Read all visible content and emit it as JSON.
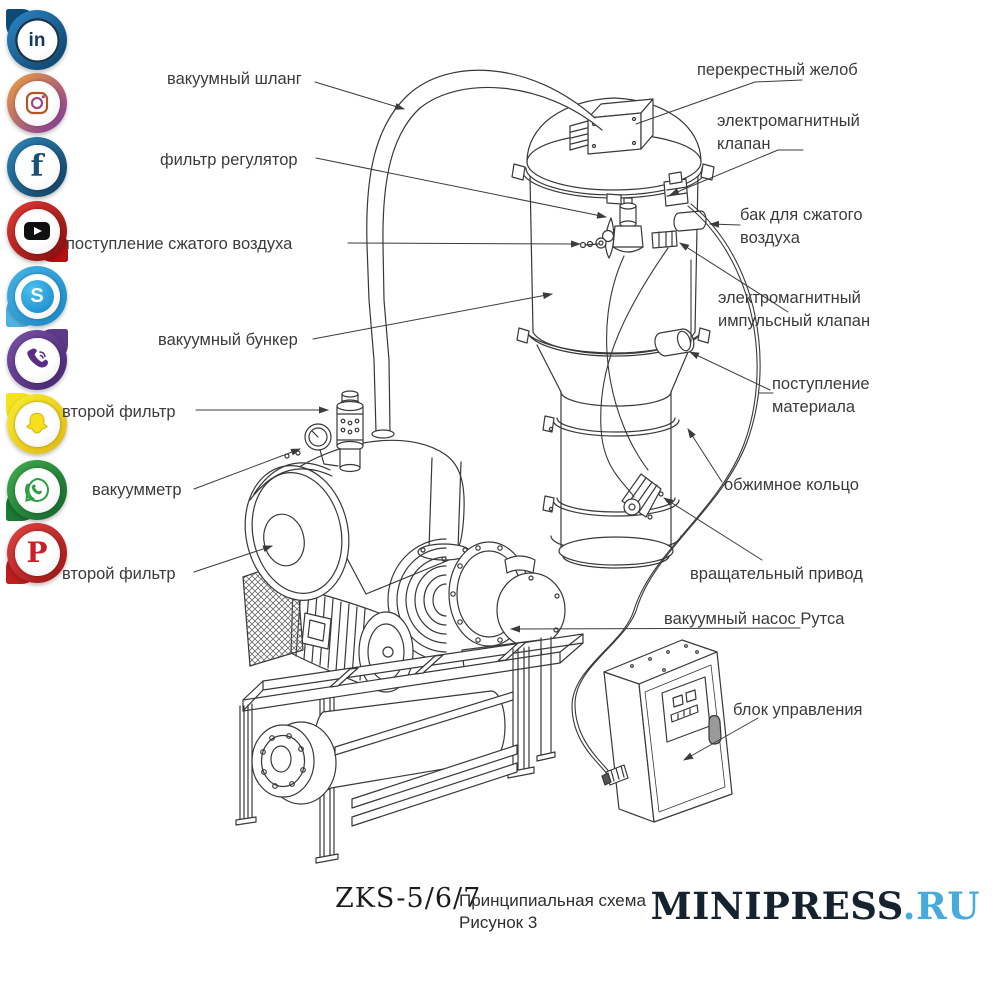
{
  "social_sidebar": {
    "icons": [
      {
        "id": "linkedin",
        "glyph": "in"
      },
      {
        "id": "instagram",
        "glyph": ""
      },
      {
        "id": "facebook",
        "glyph": "f"
      },
      {
        "id": "youtube",
        "glyph": ""
      },
      {
        "id": "skype",
        "glyph": "S"
      },
      {
        "id": "viber",
        "glyph": ""
      },
      {
        "id": "snapchat",
        "glyph": ""
      },
      {
        "id": "whatsapp",
        "glyph": ""
      },
      {
        "id": "pinterest",
        "glyph": "P"
      }
    ],
    "colors": {
      "linkedin": "#1873b5",
      "instagram": "#8a3ab9",
      "facebook": "#1d5a7a",
      "youtube": "#d81f26",
      "skype": "#2ba0d4",
      "viber": "#5b3e8e",
      "snapchat": "#f2d41c",
      "whatsapp": "#2ba63a",
      "pinterest": "#c8232c"
    }
  },
  "diagram": {
    "labels": {
      "vacuum_hose": "вакуумный шланг",
      "filter_regulator": "фильтр регулятор",
      "compressed_air_inlet": "поступление сжатого воздуха",
      "vacuum_hopper": "вакуумный бункер",
      "second_filter_upper": "второй фильтр",
      "vacuum_gauge": "вакуумметр",
      "second_filter_lower": "второй фильтр",
      "cross_chute": "перекрестный желоб",
      "solenoid_valve": "электромагнитный клапан",
      "compressed_air_tank": "бак для сжатого воздуха",
      "solenoid_pulse_valve": "электромагнитный импульсный клапан",
      "material_inlet": "поступление материала",
      "clamp_ring": "обжимное кольцо",
      "rotary_drive": "вращательный привод",
      "roots_pump": "вакуумный насос Рутса",
      "control_unit": "блок управления"
    },
    "line_color": "#383838"
  },
  "footer": {
    "model": "ZKS-5/6/7",
    "caption_line1": "Принципиальная схема",
    "caption_line2": "Рисунок 3",
    "brand_name": "MINIPRESS",
    "brand_tld": ".RU",
    "brand_name_color": "#16232e",
    "brand_tld_color": "#47aadc"
  }
}
